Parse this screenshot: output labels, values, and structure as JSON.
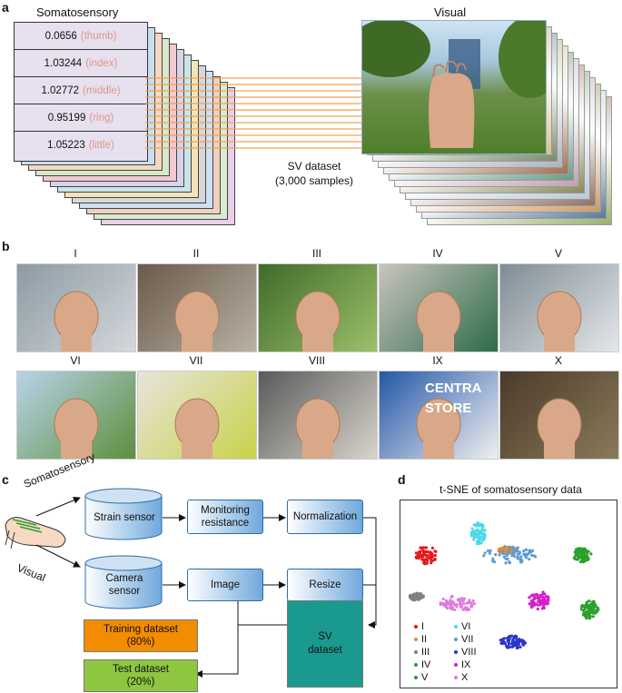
{
  "panel_a": {
    "letter": "a",
    "somatosensory_title": "Somatosensory",
    "visual_title": "Visual",
    "rows": [
      {
        "value": "0.0656",
        "finger": "(thumb)"
      },
      {
        "value": "1.03244",
        "finger": "(index)"
      },
      {
        "value": "1.02772",
        "finger": "(middle)"
      },
      {
        "value": "0.95199",
        "finger": "(ring)"
      },
      {
        "value": "1.05223",
        "finger": "(little)"
      }
    ],
    "dataset_line1": "SV dataset",
    "dataset_line2": "(3,000 samples)",
    "card_colors": [
      "#c9dff0",
      "#f5d7c2",
      "#d7e8c8",
      "#f2c9d0",
      "#d9d2ec",
      "#c9e6e6",
      "#f4e3b8",
      "#d8d8d8",
      "#cfe0f2",
      "#f0d0c0",
      "#d8ecd0",
      "#e8d0e8"
    ],
    "link_color": "#f0a050"
  },
  "panel_b": {
    "letter": "b",
    "gestures": [
      {
        "label": "I",
        "bg1": "#8d9aa3",
        "bg2": "#d4d8dc"
      },
      {
        "label": "II",
        "bg1": "#6b5a4a",
        "bg2": "#b9b2a5"
      },
      {
        "label": "III",
        "bg1": "#3f6b2a",
        "bg2": "#9cc06a"
      },
      {
        "label": "IV",
        "bg1": "#c9c4bc",
        "bg2": "#2d6b4a"
      },
      {
        "label": "V",
        "bg1": "#7f8c94",
        "bg2": "#e4e7ea"
      },
      {
        "label": "VI",
        "bg1": "#b9d3ea",
        "bg2": "#5c8f3c"
      },
      {
        "label": "VII",
        "bg1": "#e8e4dc",
        "bg2": "#c8d24a"
      },
      {
        "label": "VIII",
        "bg1": "#5a5a5a",
        "bg2": "#d8d4cc"
      },
      {
        "label": "IX",
        "bg1": "#2457a8",
        "bg2": "#f0f0f0"
      },
      {
        "label": "X",
        "bg1": "#4a3a2a",
        "bg2": "#8a7a5a"
      }
    ],
    "central_store_text": "CENTRA STORE"
  },
  "panel_c": {
    "letter": "c",
    "somatosensory_label": "Somatosensory",
    "visual_label": "Visual",
    "strain_sensor": "Strain sensor",
    "camera_sensor_1": "Camera",
    "camera_sensor_2": "sensor",
    "monitoring_1": "Monitoring",
    "monitoring_2": "resistance",
    "normalization": "Normalization",
    "image": "Image",
    "resize": "Resize",
    "training_1": "Training dataset",
    "training_2": "(80%)",
    "test_1": "Test dataset",
    "test_2": "(20%)",
    "sv_1": "SV",
    "sv_2": "dataset",
    "training_color": "#f28c00",
    "test_color": "#8dc63f",
    "sv_color": "#1a9a8f"
  },
  "panel_d": {
    "letter": "d",
    "title": "t-SNE of somatosensory data",
    "legend": [
      {
        "label": "I",
        "color": "#e41a1c"
      },
      {
        "label": "II",
        "color": "#f28c1e"
      },
      {
        "label": "III",
        "color": "#808080"
      },
      {
        "label": "IV",
        "color": "#2ca02c"
      },
      {
        "label": "V",
        "color": "#2ca02c"
      },
      {
        "label": "VI",
        "color": "#4dd9e8"
      },
      {
        "label": "VII",
        "color": "#5b9bd5"
      },
      {
        "label": "VIII",
        "color": "#2b35c8"
      },
      {
        "label": "IX",
        "color": "#d61ec8"
      },
      {
        "label": "X",
        "color": "#e07ae0"
      }
    ]
  }
}
